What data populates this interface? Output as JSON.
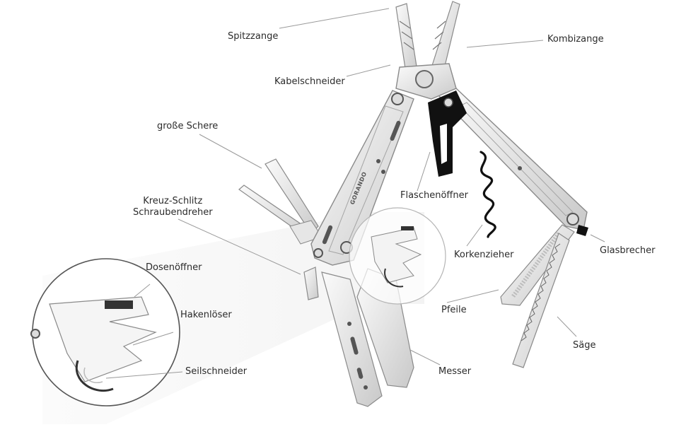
{
  "diagram": {
    "brand": "GORANDO",
    "labels": {
      "spitzzange": "Spitzzange",
      "kombizange": "Kombizange",
      "kabelschneider": "Kabelschneider",
      "grosse_schere": "große Schere",
      "kreuz_schlitz_line1": "Kreuz-Schlitz",
      "kreuz_schlitz_line2": "Schraubendreher",
      "flaschenoeffner": "Flaschenöffner",
      "korkenzieher": "Korkenzieher",
      "glasbrecher": "Glasbrecher",
      "dosenoeffner": "Dosenöffner",
      "hakenloeser": "Hakenlöser",
      "seilschneider": "Seilschneider",
      "pfeile": "Pfeile",
      "saege": "Säge",
      "messer": "Messer"
    },
    "colors": {
      "steel_light": "#f1f1f1",
      "steel_mid": "#cfcfcf",
      "outline": "#8a8a8a",
      "black_part": "#111111",
      "leader_line": "#9a9a9a",
      "text": "#2b2b2b"
    }
  }
}
